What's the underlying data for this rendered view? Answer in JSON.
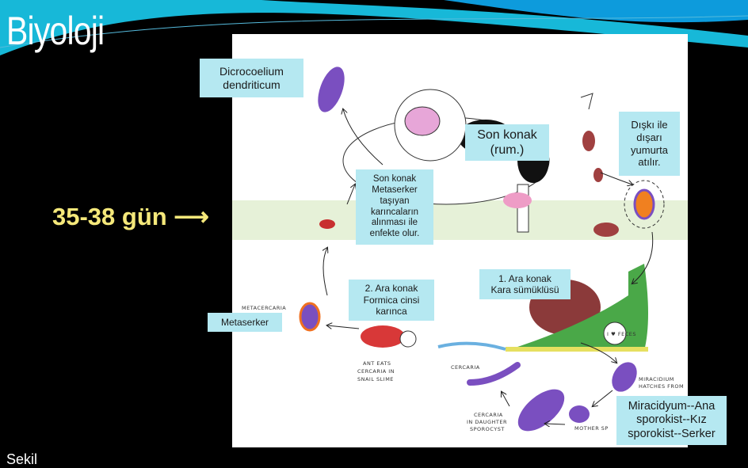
{
  "slide": {
    "title": "Biyoloji",
    "footer": "Sekil",
    "days_label": "35-38 gün"
  },
  "callouts": {
    "species": "Dicrocoelium\ndendriticum",
    "final_host": "Son konak\n(rum.)",
    "eggs": "Dışkı ile\ndışarı\nyumurta\natılır.",
    "infection": "Son konak\nMetaserker\ntaşıyan\nkarıncaların\nalınması ile\nenfekte olur.",
    "first_host": "1.      Ara konak\nKara sümüklüsü",
    "second_host": "2. Ara konak\nFormica cinsi\nkarınca",
    "metacercaria": "Metaserker",
    "stages": "Miracidyum--Ana\nsporokist--Kız\nsporokist--Serker"
  },
  "drawing_labels": {
    "metacercaria": "METACERCARIA",
    "ant1": "ANT EATS",
    "ant2": "CERCARIA IN",
    "ant3": "SNAIL SLIME",
    "cercaria": "CERCARIA",
    "daughter1": "CERCARIA",
    "daughter2": "IN DAUGHTER",
    "daughter3": "SPOROCYST",
    "miracidium1": "MIRACIDIUM",
    "miracidium2": "HATCHES FROM",
    "mother": "MOTHER SP",
    "snail_sign": "I ♥ FECES"
  },
  "colors": {
    "callout": "#b5e8f1",
    "days": "#f5e87a",
    "parasite": "#7a4fc0"
  }
}
